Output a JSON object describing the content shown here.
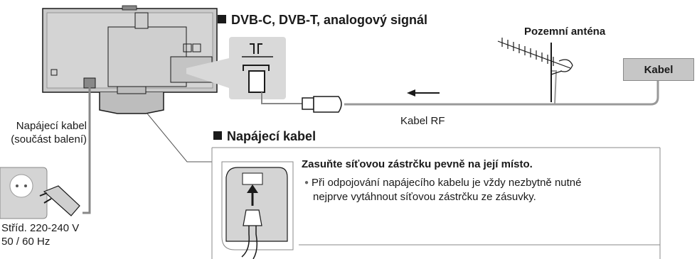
{
  "section_antenna": {
    "title": "DVB-C, DVB-T, analogový signál"
  },
  "labels": {
    "antenna": "Pozemní anténa",
    "cable_box": "Kabel",
    "rf_cable": "Kabel RF",
    "power_cable_line1": "Napájecí kabel",
    "power_cable_line2": "(součást balení)",
    "mains_line1": "Stříd. 220-240 V",
    "mains_line2": "50 / 60 Hz"
  },
  "section_power": {
    "title": "Napájecí kabel",
    "instruction": "Zasuňte síťovou zástrčku pevně na její místo.",
    "note_line1": "Při odpojování napájecího kabelu je vždy nezbytně nutné",
    "note_line2": "nejprve vytáhnout síťovou zástrčku ze zásuvky."
  }
}
